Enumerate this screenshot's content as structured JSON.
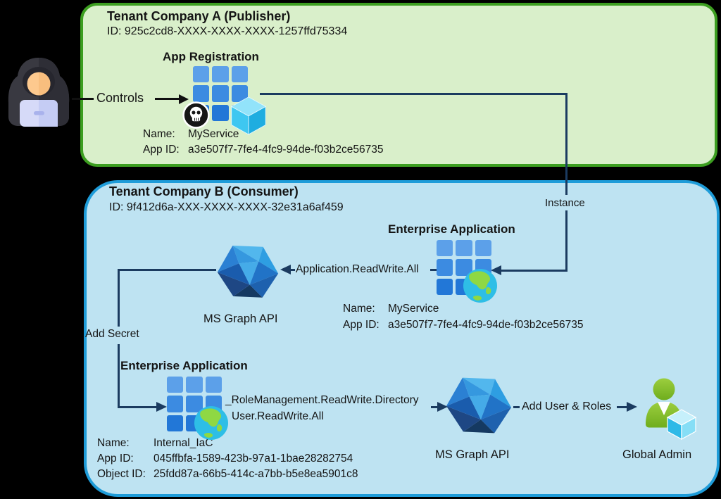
{
  "attacker": {
    "controls_label": "Controls"
  },
  "tenant_a": {
    "title": "Tenant Company A (Publisher)",
    "tenant_id": "ID: 925c2cd8-XXXX-XXXX-XXXX-1257ffd75334",
    "app_registration": {
      "title": "App Registration",
      "name_label": "Name:",
      "name_value": "MyService",
      "app_id_label": "App ID:",
      "app_id_value": "a3e507f7-7fe4-4fc9-94de-f03b2ce56735"
    }
  },
  "tenant_b": {
    "title": "Tenant Company B (Consumer)",
    "tenant_id": "ID: 9f412d6a-XXX-XXXX-XXXX-32e31a6af459",
    "enterprise_app_1": {
      "title": "Enterprise Application",
      "name_label": "Name:",
      "name_value": "MyService",
      "app_id_label": "App ID:",
      "app_id_value": "a3e507f7-7fe4-4fc9-94de-f03b2ce56735"
    },
    "ms_graph_api_1": {
      "label": "MS Graph API"
    },
    "enterprise_app_2": {
      "title": "Enterprise Application",
      "name_label": "Name:",
      "name_value": "Internal_IaC",
      "app_id_label": "App ID:",
      "app_id_value": "045ffbfa-1589-423b-97a1-1bae28282754",
      "object_id_label": "Object ID:",
      "object_id_value": "25fdd87a-66b5-414c-a7bb-b5e8ea5901c8"
    },
    "ms_graph_api_2": {
      "label": "MS Graph API"
    },
    "global_admin": {
      "label": "Global Admin"
    }
  },
  "edges": {
    "instance_label": "Instance",
    "app_permission_label": "Application.ReadWrite.All",
    "add_secret_label": "Add Secret",
    "role_permission_line1": "_RoleManagement.ReadWrite.Directory",
    "role_permission_line2": "User.ReadWrite.All",
    "add_user_roles_label": "Add User & Roles"
  },
  "icons": [
    "hacker-icon",
    "app-grid-icon",
    "cube-icon",
    "skull-icon",
    "enterprise-app-globe-icon",
    "ms-graph-api-icon",
    "global-admin-icon"
  ],
  "colors": {
    "tenant_a_border": "#3C9E20",
    "tenant_a_fill": "#D9EFCA",
    "tenant_b_border": "#1E9CD9",
    "tenant_b_fill": "#BEE3F2",
    "connector": "#1B3B60",
    "controls_arrow": "#101010",
    "grid_blue_light": "#5CA0E9",
    "grid_blue_dark": "#2277D7",
    "globe_ocean": "#2EBEE6",
    "globe_land": "#8FD843",
    "admin_green": "#84BE2E",
    "cube_cyan": "#3EC7F1",
    "background": "#000000"
  }
}
